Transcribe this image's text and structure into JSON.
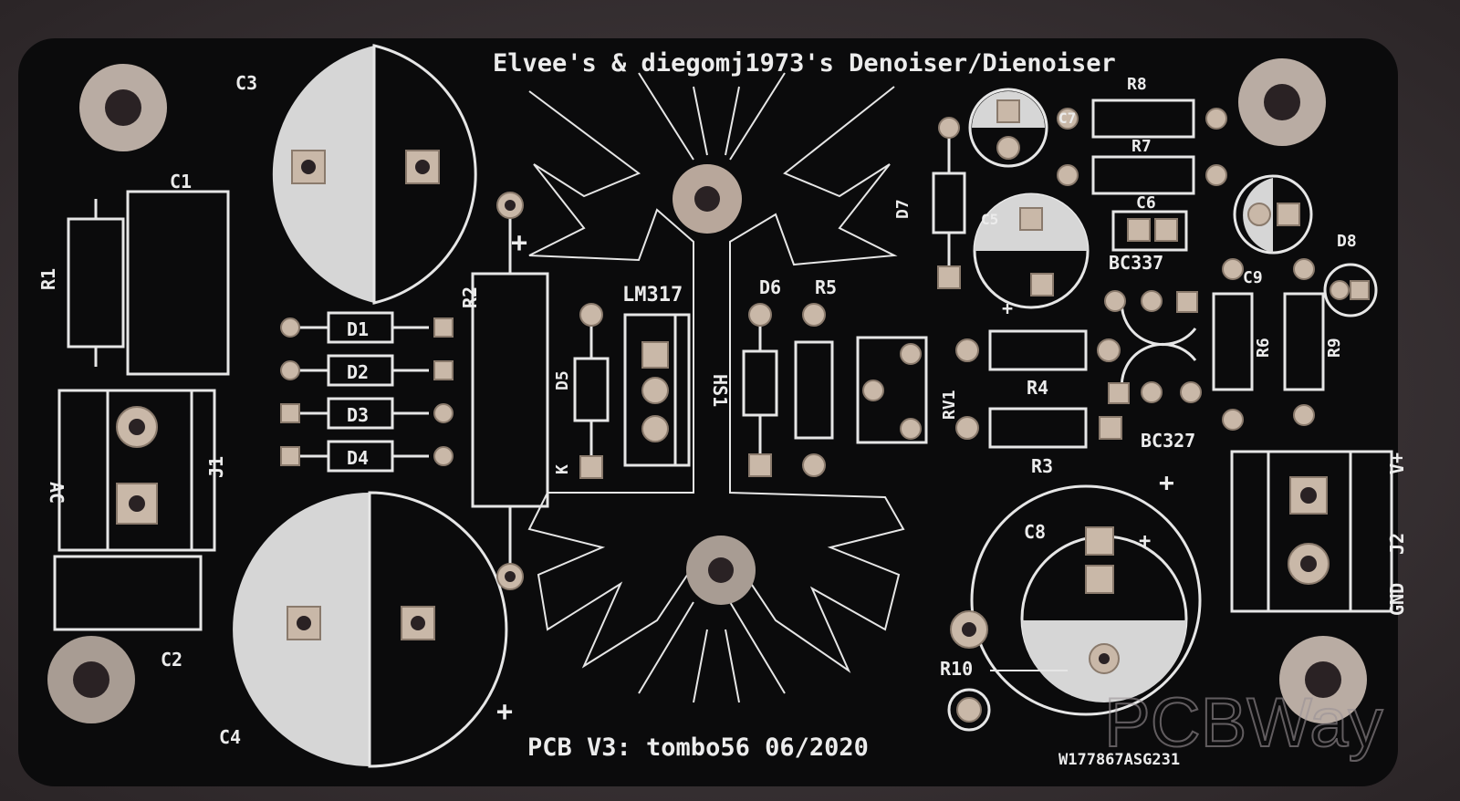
{
  "board": {
    "title": "Elvee's & diegomj1973's Denoiser/Dienoiser",
    "footer": "PCB V3: tombo56 06/2020",
    "serial": "W177867ASG231",
    "watermark": "PCBWay"
  },
  "refs": {
    "C1": "C1",
    "C2": "C2",
    "C3": "C3",
    "C4": "C4",
    "C5": "C5",
    "C6": "C6",
    "C7": "C7",
    "C8": "C8",
    "C9": "C9",
    "D1": "D1",
    "D2": "D2",
    "D3": "D3",
    "D4": "D4",
    "D5": "D5",
    "D6": "D6",
    "D7": "D7",
    "D8": "D8",
    "R1": "R1",
    "R2": "R2",
    "R3": "R3",
    "R4": "R4",
    "R5": "R5",
    "R6": "R6",
    "R7": "R7",
    "R8": "R8",
    "R9": "R9",
    "R10": "R10",
    "J1": "J1",
    "J2": "J2",
    "HS1": "HS1",
    "RV1": "RV1",
    "LM317": "LM317",
    "BC337": "BC337",
    "BC327": "BC327",
    "AC": "AC",
    "Vplus": "V+",
    "GND": "GND",
    "K": "K",
    "plus": "+"
  },
  "colors": {
    "background": "#3a3336",
    "pcb": "#0b0b0c",
    "silkscreen": "#e6e6e6",
    "pad": "#c9b8a8"
  }
}
